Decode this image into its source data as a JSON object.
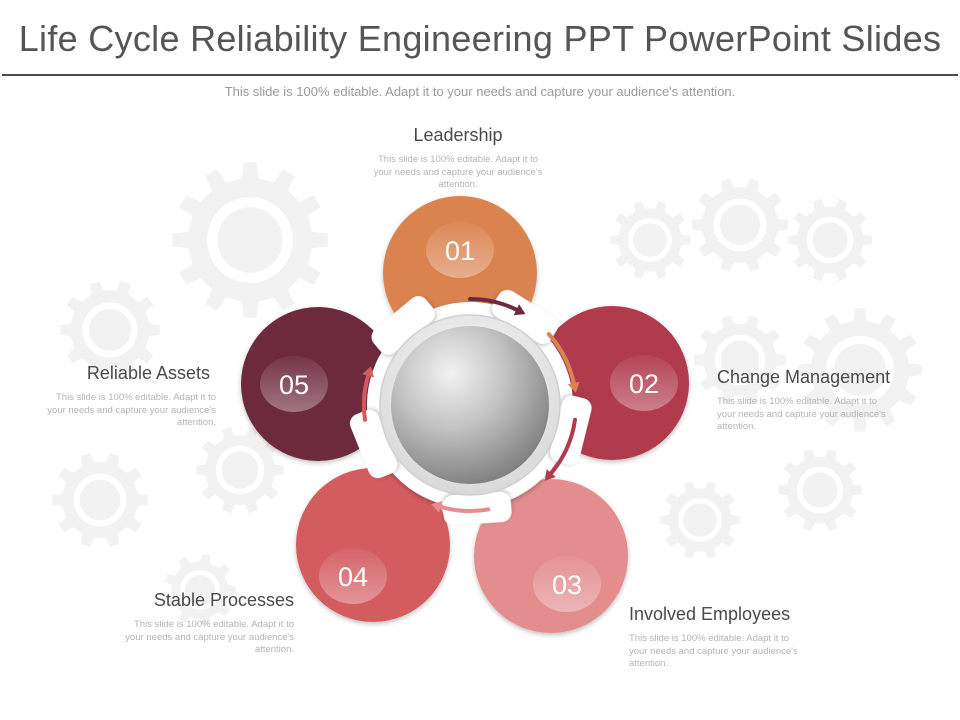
{
  "header": {
    "title": "Life Cycle Reliability Engineering PPT PowerPoint Slides",
    "subtitle": "This slide is 100% editable. Adapt it to your needs and capture your audience's attention."
  },
  "items": [
    {
      "number": "01",
      "label": "Leadership",
      "description": "This slide is 100% editable. Adapt it to your needs and capture your audience's attention.",
      "color": "#DA8350"
    },
    {
      "number": "02",
      "label": "Change Management",
      "description": "This slide is 100% editable. Adapt it to your needs and capture your audience's attention.",
      "color": "#B03A4E"
    },
    {
      "number": "03",
      "label": "Involved Employees",
      "description": "This slide is 100% editable. Adapt it to your needs and capture your audience's attention.",
      "color": "#E38D8F"
    },
    {
      "number": "04",
      "label": "Stable Processes",
      "description": "This slide is 100% editable. Adapt it to your needs and capture your audience's attention.",
      "color": "#D35B5F"
    },
    {
      "number": "05",
      "label": "Reliable Assets",
      "description": "This slide is 100% editable. Adapt it to your needs and capture your audience's attention.",
      "color": "#6E2A3C"
    }
  ],
  "icons": {
    "background": "gear-icon",
    "arrows": "curved-arrow-icon"
  }
}
